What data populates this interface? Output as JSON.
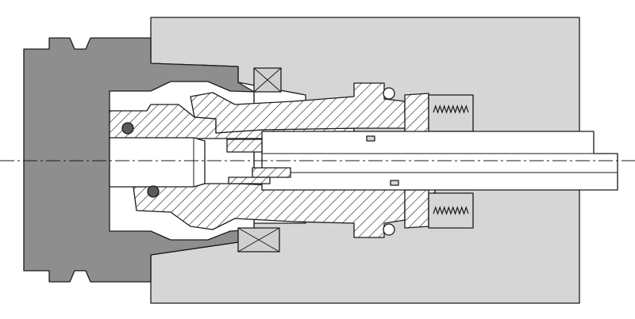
{
  "drawing": {
    "kind": "technical cross-section",
    "colors": {
      "background": "#ffffff",
      "housing": "#d6d6d6",
      "holder": "#8e8e8e",
      "bore": "#ffffff",
      "hatched_part": "#ffffff",
      "hatch": "#2a2a2a",
      "line": "#1a1a1a",
      "oring": "#5a5a5a",
      "bearing": "#d0d0d0"
    },
    "components": [
      "housing-block",
      "tool-holder",
      "collet-body-upper",
      "collet-body-lower",
      "collet-nut",
      "tool-shank",
      "spring-pack-upper",
      "spring-pack-lower",
      "bearing-upper",
      "bearing-lower",
      "o-ring-upper",
      "o-ring-lower",
      "ball-upper",
      "ball-lower",
      "centerline"
    ]
  }
}
